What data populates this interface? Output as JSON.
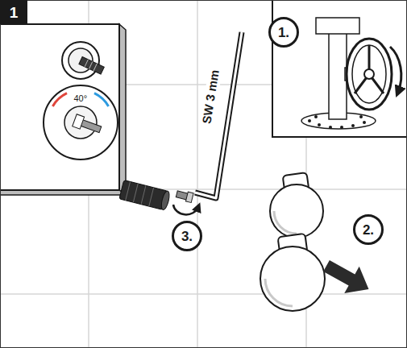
{
  "diagram": {
    "nodes": [
      {
        "text": [
          "1"
        ]
      },
      {
        "text": [
          "1."
        ]
      },
      {
        "text": [
          "2."
        ]
      },
      {
        "text": [
          "3."
        ]
      }
    ],
    "labels": [
      "40°",
      "SW 3 mm"
    ]
  }
}
